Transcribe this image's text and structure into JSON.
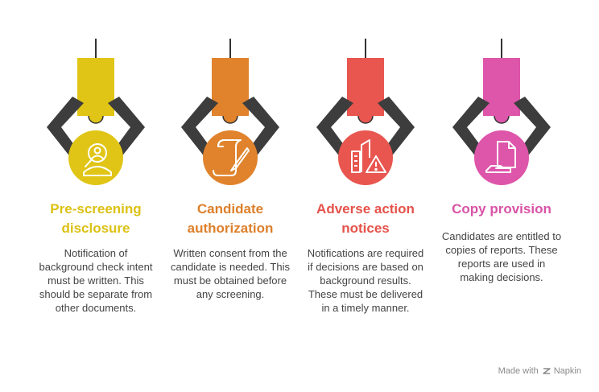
{
  "items": [
    {
      "title_line1": "Pre-screening",
      "title_line2": "disclosure",
      "description": "Notification of background check intent must be written. This should be separate from other documents.",
      "color": "#e0c516",
      "icon": "magnifier-person-icon"
    },
    {
      "title_line1": "Candidate",
      "title_line2": "authorization",
      "description": "Written consent from the candidate is needed. This must be obtained before any screening.",
      "color": "#e0832c",
      "icon": "document-pen-icon"
    },
    {
      "title_line1": "Adverse action",
      "title_line2": "notices",
      "description": "Notifications are required if decisions are based on background results. These must be delivered in a timely manner.",
      "color": "#e8564f",
      "icon": "buildings-warning-icon"
    },
    {
      "title_line1": "Copy provision",
      "title_line2": "",
      "description": "Candidates are entitled to copies of reports. These reports are used in making decisions.",
      "color": "#dd56aa",
      "icon": "document-hand-icon"
    }
  ],
  "footer": {
    "made_with": "Made with",
    "brand": "Napkin"
  }
}
